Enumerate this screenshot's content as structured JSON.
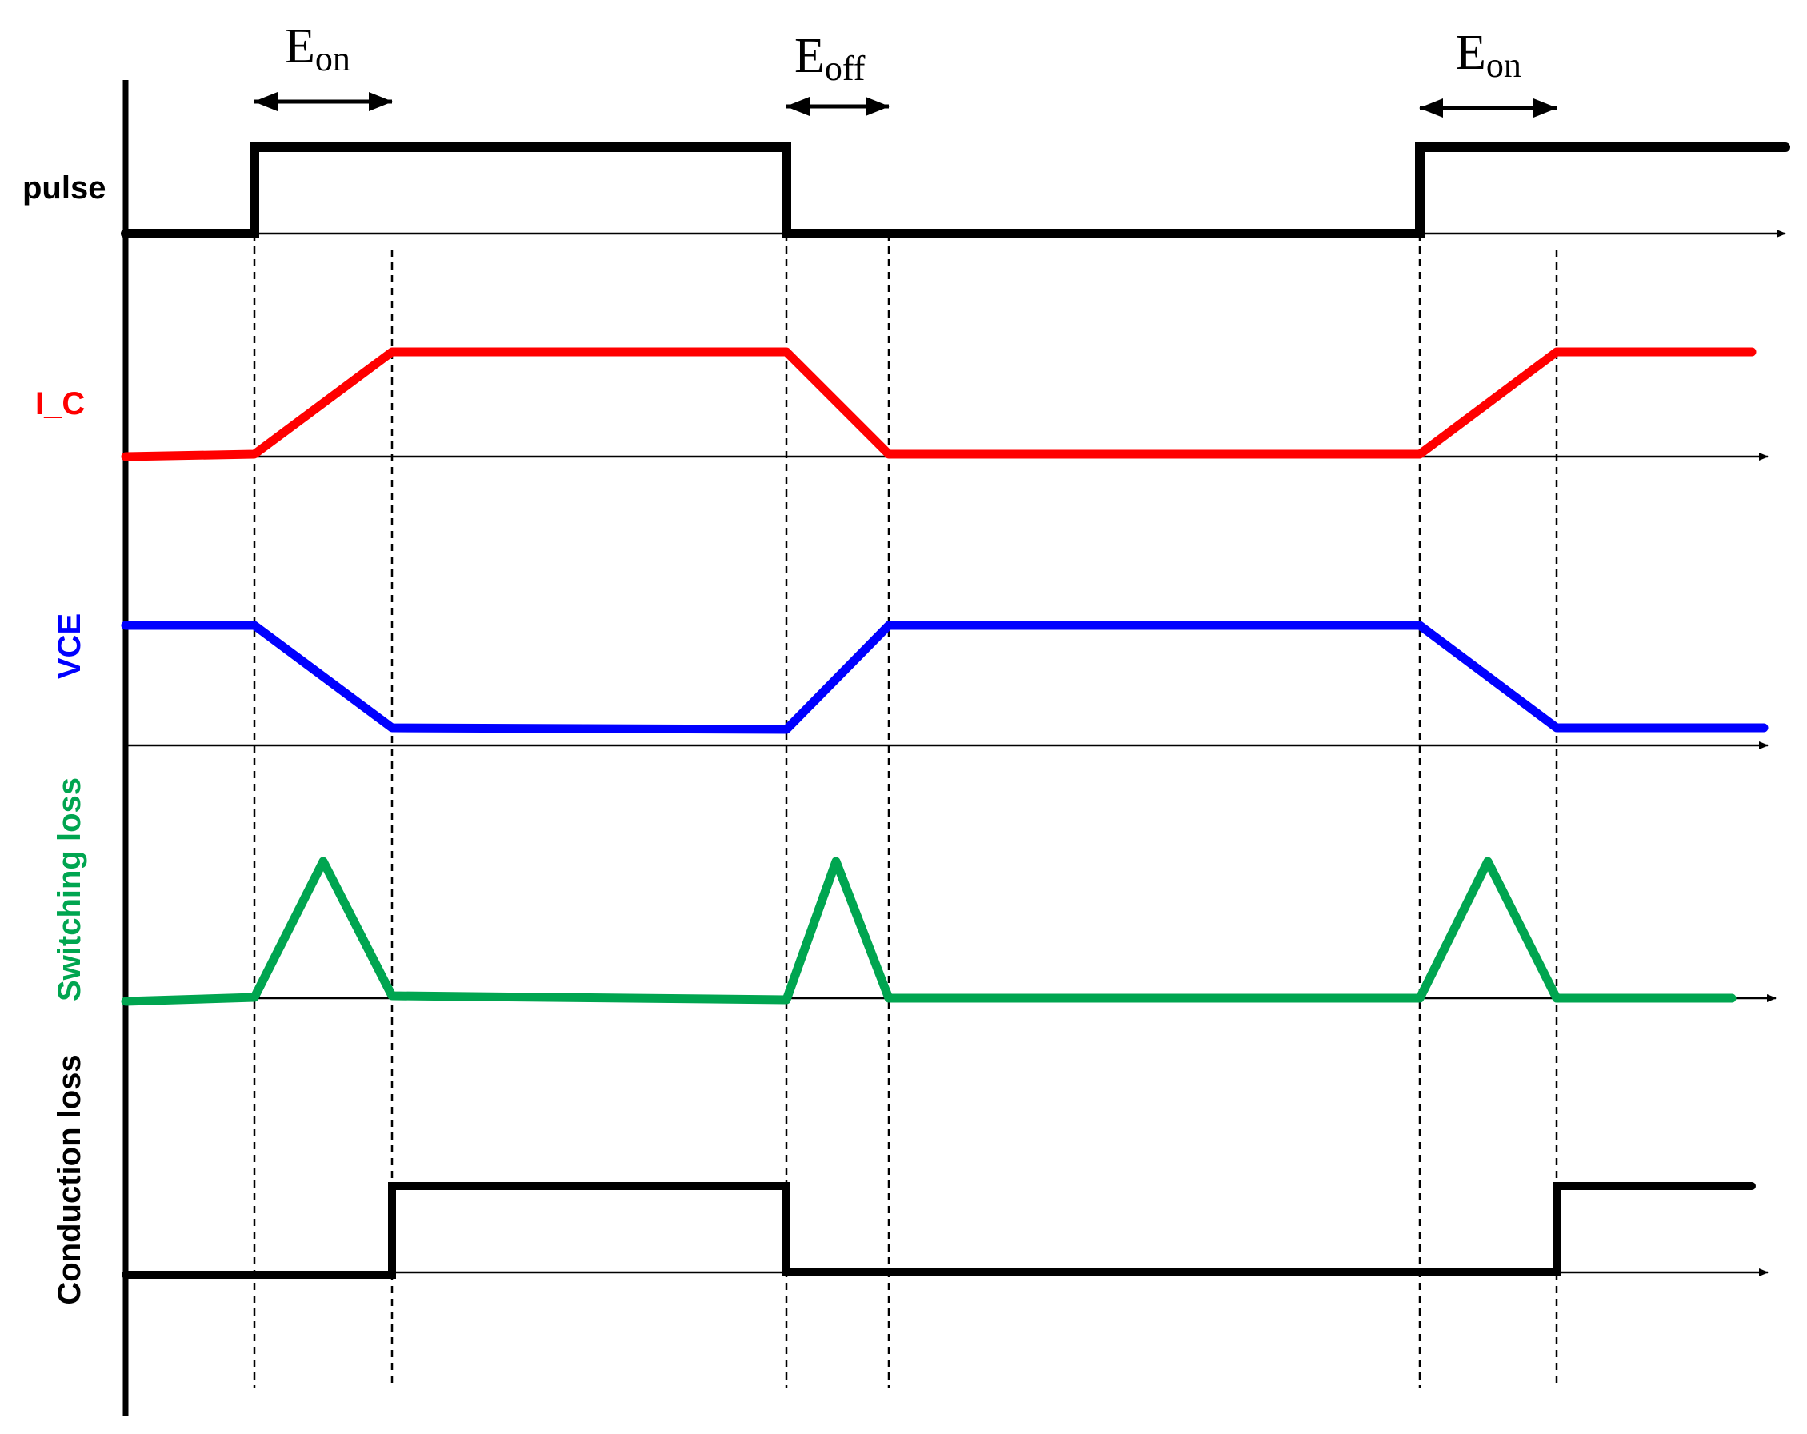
{
  "colors": {
    "pulse": "#000000",
    "ic": "#ff0000",
    "vce": "#0000ff",
    "switching": "#00a550",
    "conduction": "#000000",
    "axis": "#000000"
  },
  "annotations": {
    "eon_left": {
      "base": "E",
      "sub": "on"
    },
    "eoff": {
      "base": "E",
      "sub": "off"
    },
    "eon_right": {
      "base": "E",
      "sub": "on"
    }
  },
  "signals": [
    {
      "id": "pulse",
      "label": "pulse",
      "levels": "low-high-low-high",
      "color_key": "pulse"
    },
    {
      "id": "ic",
      "label": "I_C",
      "color_key": "ic"
    },
    {
      "id": "vce",
      "label": "VCE",
      "color_key": "vce"
    },
    {
      "id": "switching",
      "label": "Switching loss",
      "color_key": "switching"
    },
    {
      "id": "conduction",
      "label": "Conduction loss",
      "color_key": "conduction"
    }
  ],
  "icons": {
    "double_arrow": "double-headed-arrow-icon",
    "axis_arrow": "arrowhead-icon"
  }
}
